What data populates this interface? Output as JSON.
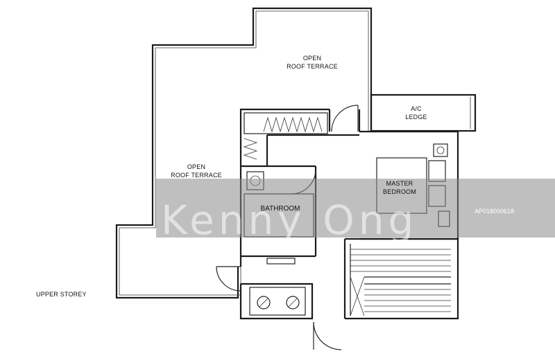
{
  "labels": {
    "open_roof_terrace_top": [
      "OPEN",
      "ROOF TERRACE"
    ],
    "open_roof_terrace_left": [
      "OPEN",
      "ROOF TERRACE"
    ],
    "ac_ledge": [
      "A/C",
      "LEDGE"
    ],
    "master_bedroom": [
      "MASTER",
      "BEDROOM"
    ],
    "bathroom": "BATHROOM",
    "upper_storey": "UPPER STOREY"
  },
  "watermark": {
    "brand": "Kenny Ong",
    "code": "AP018000618"
  },
  "colors": {
    "wall": "#1a1a1a",
    "background": "#ffffff",
    "watermark_band": "#8a8a8a"
  }
}
